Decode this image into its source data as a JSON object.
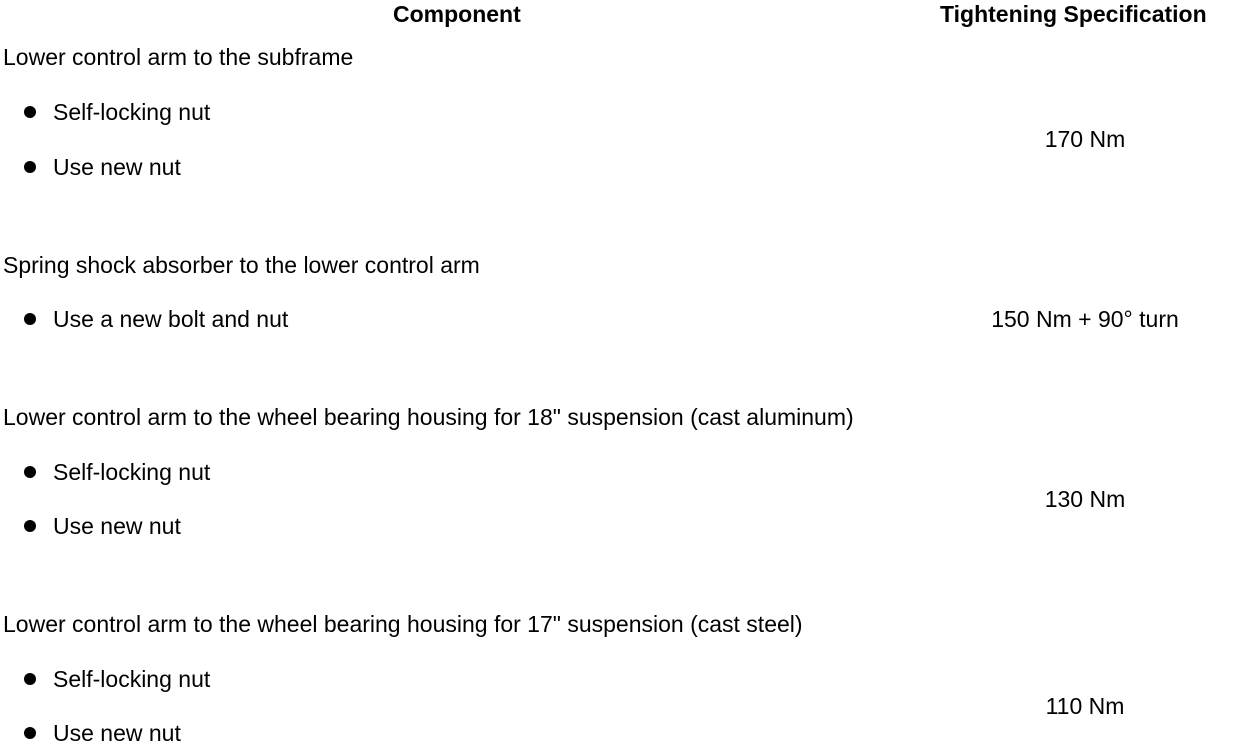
{
  "header": {
    "component": "Component",
    "specification": "Tightening Specification"
  },
  "rows": [
    {
      "title": "Lower control arm to the subframe",
      "bullets": [
        "Self-locking nut",
        "Use new nut"
      ],
      "spec": "170 Nm"
    },
    {
      "title": "Spring shock absorber to the lower control arm",
      "bullets": [
        "Use a new bolt and nut"
      ],
      "spec": "150 Nm + 90° turn"
    },
    {
      "title": "Lower control arm to the wheel bearing housing for 18\" suspension (cast aluminum)",
      "bullets": [
        "Self-locking nut",
        "Use new nut"
      ],
      "spec": "130 Nm"
    },
    {
      "title": "Lower control arm to the wheel bearing housing for 17\" suspension (cast steel)",
      "bullets": [
        "Self-locking nut",
        "Use new nut"
      ],
      "spec": "110 Nm"
    }
  ]
}
